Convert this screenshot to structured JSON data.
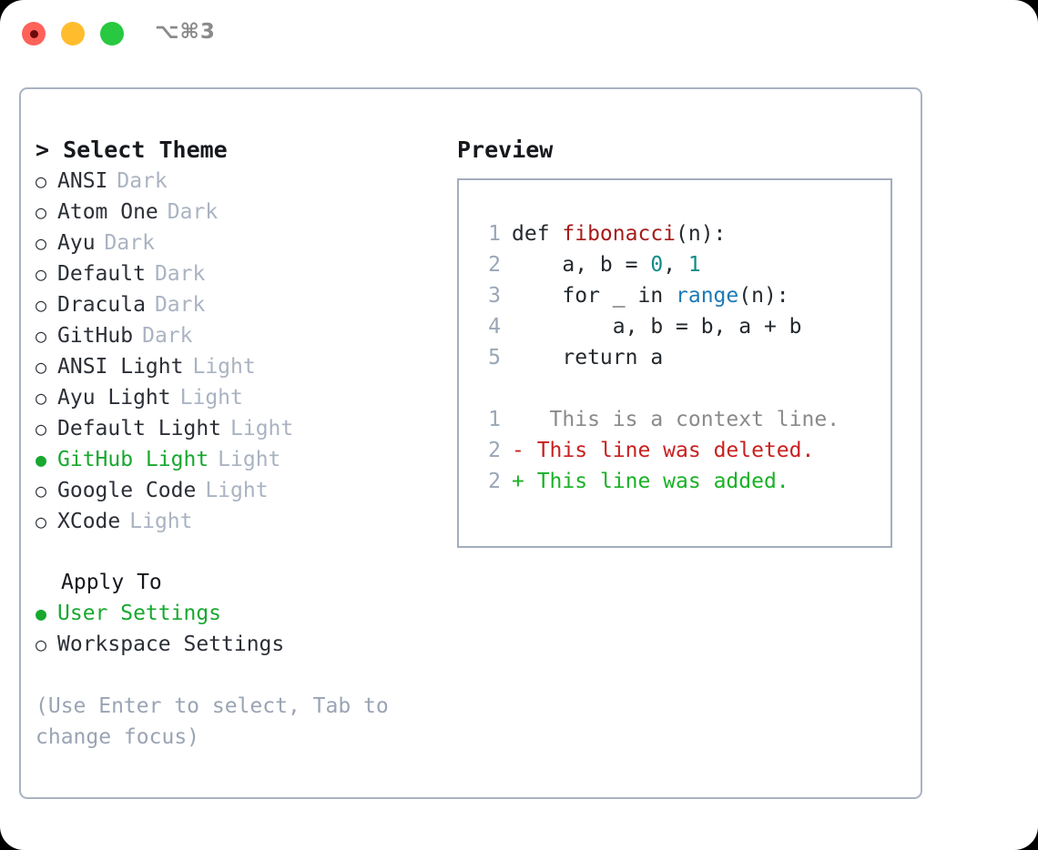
{
  "titlebar": {
    "shortcut": "⌥⌘3",
    "lights": [
      {
        "name": "close-button",
        "color": "#ff6259"
      },
      {
        "name": "minimize-button",
        "color": "#ffbd2e"
      },
      {
        "name": "maximize-button",
        "color": "#28c840"
      }
    ]
  },
  "left": {
    "title": "> Select Theme",
    "themes": [
      {
        "bullet": "○",
        "name": "ANSI",
        "tag": "Dark",
        "selected": false
      },
      {
        "bullet": "○",
        "name": "Atom One",
        "tag": "Dark",
        "selected": false
      },
      {
        "bullet": "○",
        "name": "Ayu",
        "tag": "Dark",
        "selected": false
      },
      {
        "bullet": "○",
        "name": "Default",
        "tag": "Dark",
        "selected": false
      },
      {
        "bullet": "○",
        "name": "Dracula",
        "tag": "Dark",
        "selected": false
      },
      {
        "bullet": "○",
        "name": "GitHub",
        "tag": "Dark",
        "selected": false
      },
      {
        "bullet": "○",
        "name": "ANSI Light",
        "tag": "Light",
        "selected": false
      },
      {
        "bullet": "○",
        "name": "Ayu Light",
        "tag": "Light",
        "selected": false
      },
      {
        "bullet": "○",
        "name": "Default Light",
        "tag": "Light",
        "selected": false
      },
      {
        "bullet": "●",
        "name": "GitHub Light",
        "tag": "Light",
        "selected": true
      },
      {
        "bullet": "○",
        "name": "Google Code",
        "tag": "Light",
        "selected": false
      },
      {
        "bullet": "○",
        "name": "XCode",
        "tag": "Light",
        "selected": false
      }
    ],
    "apply_to": {
      "title": "Apply To",
      "options": [
        {
          "bullet": "●",
          "label": "User Settings",
          "selected": true
        },
        {
          "bullet": "○",
          "label": "Workspace Settings",
          "selected": false
        }
      ]
    },
    "hint": "(Use Enter to select, Tab to change focus)"
  },
  "right": {
    "title": "Preview",
    "code_lines": [
      {
        "no": "1",
        "tokens": [
          {
            "t": "def ",
            "c": "plain"
          },
          {
            "t": "fibonacci",
            "c": "fn"
          },
          {
            "t": "(n):",
            "c": "plain"
          }
        ]
      },
      {
        "no": "2",
        "tokens": [
          {
            "t": "    a, b = ",
            "c": "plain"
          },
          {
            "t": "0",
            "c": "num"
          },
          {
            "t": ", ",
            "c": "plain"
          },
          {
            "t": "1",
            "c": "num"
          }
        ]
      },
      {
        "no": "3",
        "tokens": [
          {
            "t": "    for _ in ",
            "c": "plain"
          },
          {
            "t": "range",
            "c": "builtin"
          },
          {
            "t": "(n):",
            "c": "plain"
          }
        ]
      },
      {
        "no": "4",
        "tokens": [
          {
            "t": "        a, b = b, a + b",
            "c": "plain"
          }
        ]
      },
      {
        "no": "5",
        "tokens": [
          {
            "t": "    return a",
            "c": "plain"
          }
        ]
      }
    ],
    "diff_lines": [
      {
        "no": "1",
        "marker": " ",
        "text": "  This is a context line.",
        "kind": "ctx"
      },
      {
        "no": "2",
        "marker": "-",
        "text": " This line was deleted.",
        "kind": "del"
      },
      {
        "no": "2",
        "marker": "+",
        "text": " This line was added.",
        "kind": "add"
      }
    ]
  },
  "colors": {
    "accent_green": "#18a82f",
    "muted": "#aab3c2",
    "border": "#a9b3c2",
    "diff_add": "#19b225",
    "diff_del": "#c92020",
    "fn": "#a61b1b",
    "num": "#0f8c88",
    "builtin": "#1c7ab6"
  }
}
